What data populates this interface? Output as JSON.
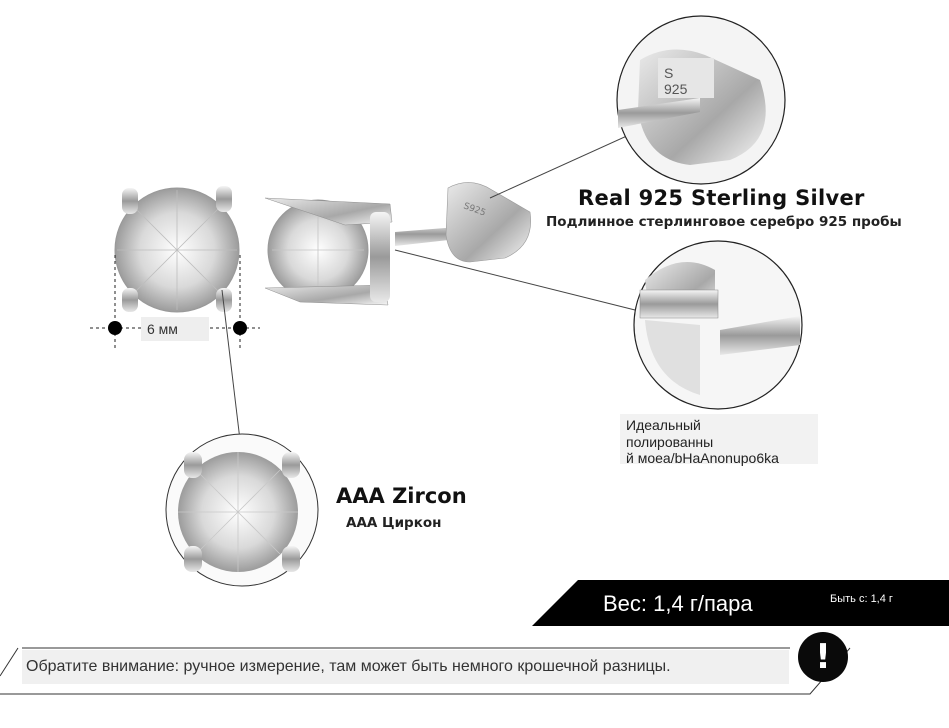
{
  "dimension": {
    "label": "6 мм"
  },
  "silver": {
    "title": "Real 925  Sterling  Silver",
    "subtitle": "Подлинное стерлинговое серебро 925 пробы",
    "stamp": "S925"
  },
  "zircon": {
    "title": "AAA  Zircon",
    "subtitle": "ААА Циркон"
  },
  "polish": {
    "lines": [
      "Идеальный",
      "полированны",
      "й моеа/bHaAnonupo6ka"
    ]
  },
  "weight": {
    "label": "Вес: 1,4 г/пара",
    "small": "Быть с: 1,4 г"
  },
  "notice": {
    "text": "Обратите внимание: ручное измерение, там может быть немного крошечной разницы.",
    "icon": "exclamation-icon",
    "icon_glyph": "!"
  }
}
